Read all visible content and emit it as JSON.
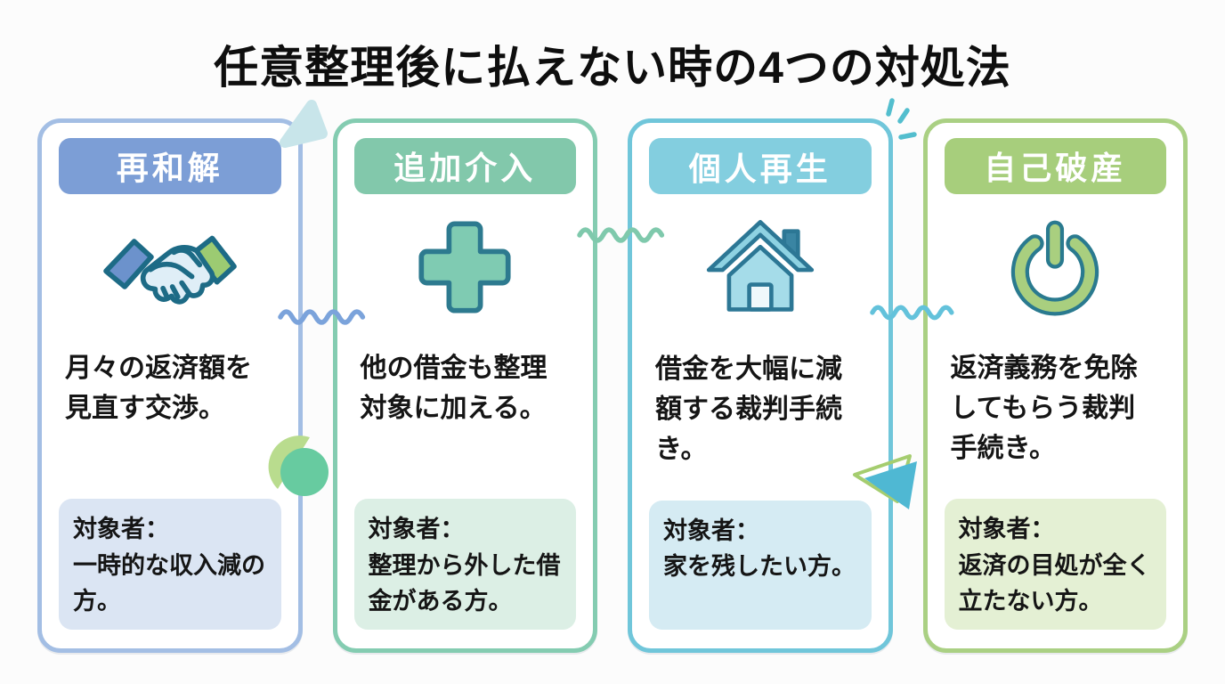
{
  "page": {
    "title": "任意整理後に払えない時の4つの対処法",
    "background": "#FCFCFC"
  },
  "cards": [
    {
      "header": "再和解",
      "icon": "handshake-icon",
      "description": "月々の返済額を見直す交渉。",
      "target": "対象者：\n一時的な収入減の方。",
      "colors": {
        "border": "#A3BEE4",
        "header_bg": "#7C9ED6",
        "target_bg": "#DBE5F3"
      }
    },
    {
      "header": "追加介入",
      "icon": "plus-icon",
      "description": "他の借金も整理対象に加える。",
      "target": "対象者：\n整理から外した借金がある方。",
      "colors": {
        "border": "#84CCB1",
        "header_bg": "#82C8AB",
        "target_bg": "#DCEFE5"
      }
    },
    {
      "header": "個人再生",
      "icon": "house-icon",
      "description": "借金を大幅に減額する裁判手続き。",
      "target": "対象者：\n家を残したい方。",
      "colors": {
        "border": "#70C6DA",
        "header_bg": "#83CEDF",
        "target_bg": "#D5EBF3"
      }
    },
    {
      "header": "自己破産",
      "icon": "power-icon",
      "description": "返済義務を免除してもらう裁判手続き。",
      "target": "対象者：\n返済の目処が全く立たない方。",
      "colors": {
        "border": "#AAD083",
        "header_bg": "#A7CE7C",
        "target_bg": "#E4F0D4"
      }
    }
  ],
  "icon_colors": {
    "outline": "#1D6B86",
    "hand_fill": "#DFEEF7",
    "left_cuff": "#6C92CC",
    "right_cuff": "#9CCB72",
    "plus_fill": "#7FCBB2",
    "plus_outline": "#2D7A8F",
    "house_roof": "#8ED2E2",
    "house_body": "#A5DCE9",
    "house_door": "#EFF8FB",
    "house_chimney": "#3A85A3",
    "house_outline": "#2C7795",
    "power_green": "#A9CF7F",
    "power_outline": "#2A7A8F"
  },
  "decorations": {
    "wave_blue": "#7BA3DB",
    "wave_teal": "#7FC9AC",
    "wave_cyan": "#63C2DB",
    "sparkle": "#53BECE",
    "rounded_triangle": "#C8E5EA",
    "leaf_crescent": "#B9DC8E",
    "leaf_disc": "#67CBA0",
    "arrow_fill": "#4FB8D3",
    "arrow_outline": "#A5CD6F"
  }
}
